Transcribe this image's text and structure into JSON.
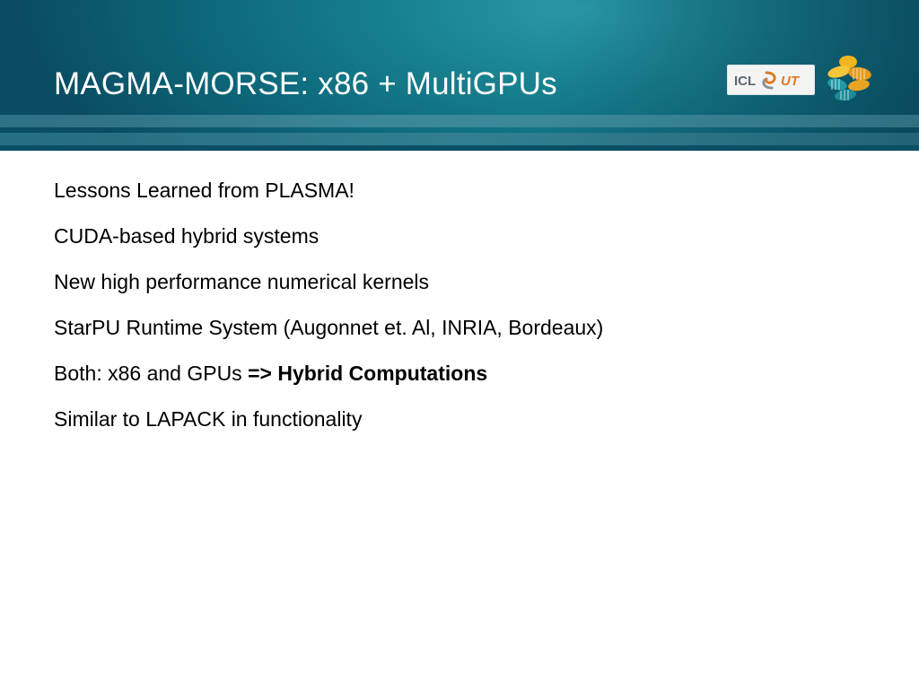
{
  "slide": {
    "title": "MAGMA-MORSE: x86 + MultiGPUs",
    "logos": {
      "icl_text": "ICL",
      "ut_text": "UT"
    },
    "bullets": [
      {
        "text": "Lessons Learned from PLASMA!"
      },
      {
        "text": "CUDA-based hybrid systems"
      },
      {
        "text": "New high performance numerical kernels"
      },
      {
        "text": "StarPU Runtime System (Augonnet et. Al, INRIA, Bordeaux)"
      },
      {
        "text": "Both: x86 and GPUs ",
        "bold": "=> Hybrid Computations"
      },
      {
        "text": "Similar to LAPACK in functionality"
      }
    ]
  },
  "colors": {
    "header_teal": "#17808f",
    "header_dark": "#0a4d63",
    "title_text": "#ffffff",
    "body_text": "#000000",
    "ut_orange": "#e07a1f",
    "logo_yellow": "#f2b51d",
    "logo_teal": "#1f9aa6"
  }
}
